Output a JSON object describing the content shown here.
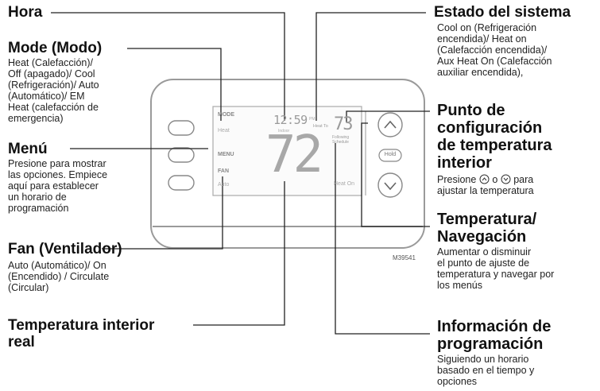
{
  "labels": {
    "hora": {
      "title": "Hora"
    },
    "mode": {
      "title": "Mode (Modo)",
      "desc": [
        "Heat (Calefacción)/",
        "Off (apagado)/ Cool",
        "(Refrigeración)/ Auto",
        "(Automático)/ EM",
        "Heat (calefacción de",
        "emergencia)"
      ]
    },
    "menu": {
      "title": "Menú",
      "desc": [
        "Presione para mostrar",
        "las opciones. Empiece",
        "aquí para establecer",
        "un horario de",
        "programación"
      ]
    },
    "fan": {
      "title": "Fan (Ventilador)",
      "desc": [
        "Auto (Automático)/ On",
        "(Encendido) / Circulate",
        "(Circular)"
      ]
    },
    "indoor": {
      "title": [
        "Temperatura interior",
        "real"
      ]
    },
    "estado": {
      "title": "Estado del sistema",
      "desc": [
        "Cool on (Refrigeración",
        "encendida)/ Heat on",
        "(Calefacción encendida)/",
        "Aux Heat On (Calefacción",
        "auxiliar encendida),"
      ]
    },
    "setpoint": {
      "title": [
        "Punto de",
        "configuración",
        "de temperatura",
        "interior"
      ],
      "desc_pre": "Presione",
      "desc_mid": "o",
      "desc_post": "para",
      "desc_line2": "ajustar la temperatura"
    },
    "nav": {
      "title": [
        "Temperatura/",
        "Navegación"
      ],
      "desc": [
        "Aumentar o disminuir",
        "el punto de ajuste de",
        "temperatura y navegar por",
        "los menús"
      ]
    },
    "schedule": {
      "title": [
        "Información de",
        "programación"
      ],
      "desc": [
        "Siguiendo un horario",
        "basado en el tiempo y",
        "opciones"
      ]
    }
  },
  "thermostat": {
    "mode_label": "MODE",
    "mode_value": "Heat",
    "menu_label": "MENU",
    "fan_label": "FAN",
    "fan_value": "Auto",
    "time": "12:59",
    "time_suffix": "PM",
    "indoor_small": "Indoor",
    "indoor_temp": "72",
    "heat_to_label": "Heat To",
    "setpoint_temp": "73",
    "following": "Following",
    "schedule_word": "Schedule",
    "status": "Heat On",
    "hold_label": "Hold",
    "model": "M39541"
  }
}
